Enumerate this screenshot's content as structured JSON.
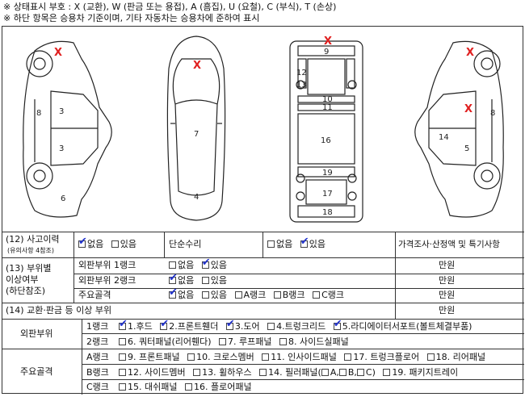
{
  "legend": {
    "line1": "※ 상태표시 부호 : X (교환), W (판금 또는 용접), A (흠집), U (요철), C (부식), T (손상)",
    "line2": "※ 하단 항목은 승용차 기준이며, 기타 자동차는 승용차에 준하여 표시"
  },
  "diagram": {
    "mark": "X",
    "left_labels": [
      "3",
      "3",
      "6",
      "8"
    ],
    "front_labels": [
      "7",
      "4"
    ],
    "chassis_labels": [
      "9",
      "10",
      "11",
      "12",
      "13",
      "16",
      "19",
      "17",
      "18"
    ],
    "right_labels": [
      "14",
      "5",
      "8"
    ]
  },
  "accident": {
    "label": "(12) 사고이력",
    "sublabel": "(유의사항 4참조)",
    "opt_no": "없음",
    "opt_yes": "있음",
    "simple_repair": "단순수리",
    "sr_no": "없음",
    "sr_yes": "있음",
    "price_header": "가격조사·산정액 및 특기사항"
  },
  "section13": {
    "title1": "(13) 부위별",
    "title2": "이상여부",
    "title3": "(하단참조)",
    "rows": [
      {
        "name": "외판부위 1랭크",
        "no": "없음",
        "yes": "있음",
        "unit": "만원"
      },
      {
        "name": "외판부위 2랭크",
        "no": "없음",
        "yes": "있음",
        "unit": "만원"
      },
      {
        "name": "주요골격",
        "no": "없음",
        "yes": "있음",
        "a": "A랭크",
        "b": "B랭크",
        "c": "C랭크",
        "unit": "만원"
      }
    ],
    "blank_unit": "만원"
  },
  "section14": {
    "title": "(14) 교환·판금 등 이상 부위",
    "outer": {
      "label": "외판부위",
      "rank1": "1랭크",
      "rank1_items": [
        "1.후드",
        "2.프론트휀더",
        "3.도어",
        "4.트렁크리드",
        "5.라디에이터서포트(볼트체결부품)"
      ],
      "rank2": "2랭크",
      "rank2_items": [
        "6. 쿼터패널(리어휀다)",
        "7. 루프패널",
        "8. 사이드실패널"
      ]
    },
    "frame": {
      "label": "주요골격",
      "a": "A랭크",
      "a_items": [
        "9. 프론트패널",
        "10. 크로스멤버",
        "11. 인사이드패널",
        "17. 트렁크플로어",
        "18. 리어패널"
      ],
      "b": "B랭크",
      "b_items": [
        "12. 사이드멤버",
        "13. 휠하우스",
        "14. 필러패널(",
        "19. 패키지트레이"
      ],
      "b_sub": [
        "A,",
        "B,",
        "C)"
      ],
      "c": "C랭크",
      "c_items": [
        "15. 대쉬패널",
        "16. 플로어패널"
      ]
    }
  }
}
